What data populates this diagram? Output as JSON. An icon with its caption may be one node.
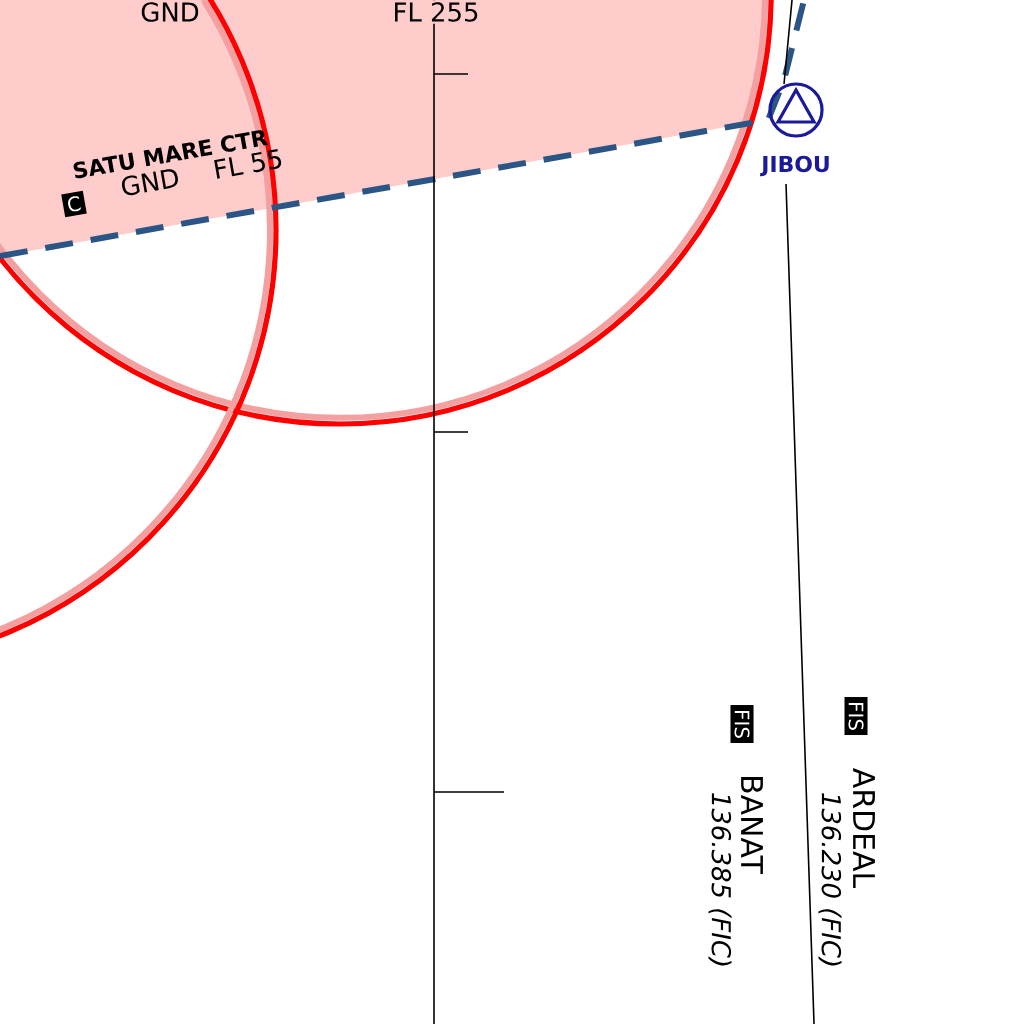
{
  "diagram": {
    "labels": [
      "GND",
      "FL 255",
      "SATU MARE CTR",
      "GND",
      "FL 55",
      "C",
      "JIBOU",
      "FIS",
      "BANAT",
      "136.385 (FIC)",
      "FIS",
      "ARDEAL",
      "136.230 (FIC)"
    ]
  }
}
